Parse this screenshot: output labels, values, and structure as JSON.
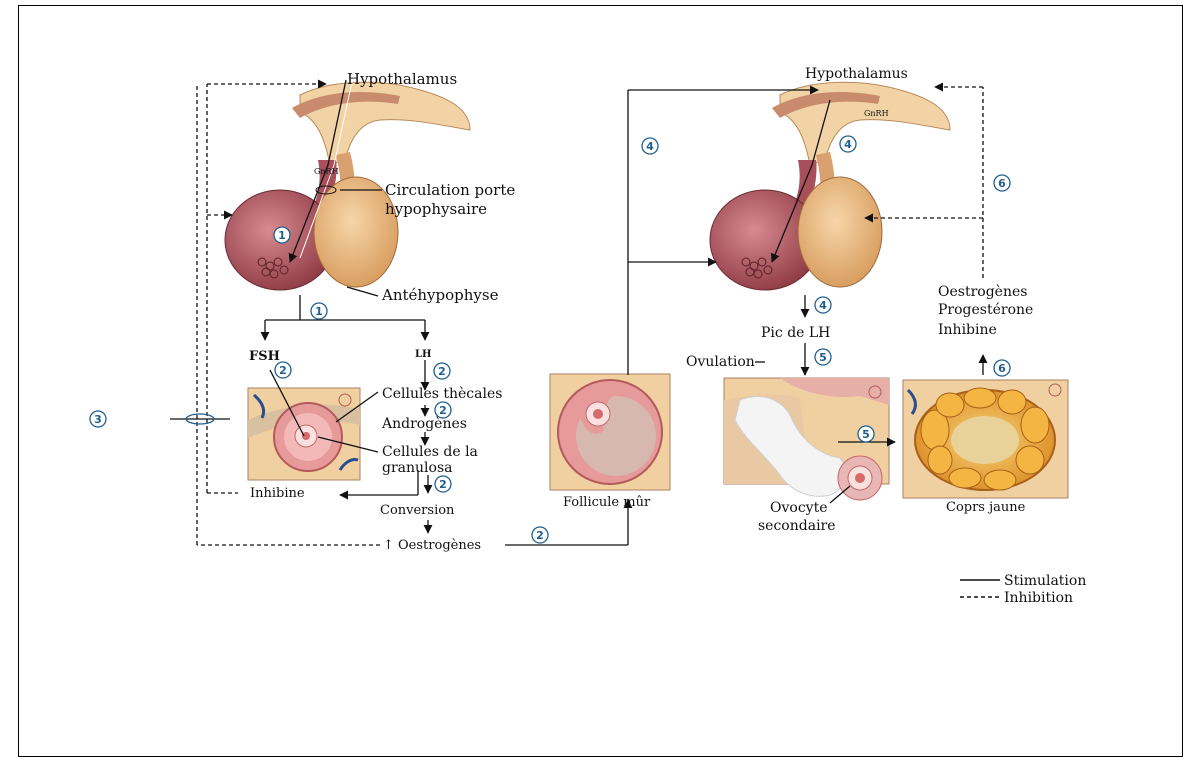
{
  "left": {
    "hypothalamus": "Hypothalamus",
    "gnrh": "GnRH",
    "portal_line1": "Circulation porte",
    "portal_line2": "hypophysaire",
    "antehypophyse": "Antéhypophyse",
    "fsh": "FSH",
    "lh": "LH",
    "theca": "Cellules thècales",
    "androgens": "Androgènes",
    "granulosa_line1": "Cellules de la",
    "granulosa_line2": "granulosa",
    "inhibin": "Inhibine",
    "conversion": "Conversion",
    "estrogen": "↑ Oestrogènes"
  },
  "middle": {
    "mature_follicle": "Follicule mûr"
  },
  "right": {
    "hypothalamus": "Hypothalamus",
    "gnrh": "GnRH",
    "lh_surge": "Pic de LH",
    "ovulation": "Ovulation",
    "oocyte_line1": "Ovocyte",
    "oocyte_line2": "secondaire",
    "corpus_luteum": "Coprs jaune",
    "hormone1": "Oestrogènes",
    "hormone2": "Progestérone",
    "hormone3": "Inhibine"
  },
  "step_numbers": [
    "1",
    "2",
    "3",
    "4",
    "5",
    "6"
  ],
  "legend": {
    "stimulation": "Stimulation",
    "inhibition": "Inhibition"
  },
  "colors": {
    "anterior_pituitary": "#b0555e",
    "posterior_pituitary": "#e8b57d",
    "brain_tissue": "#f2d3a6",
    "follicle_pink": "#e79a9a",
    "corpus_luteum": "#f0a12e",
    "step_circle": "#1f5f8f"
  }
}
